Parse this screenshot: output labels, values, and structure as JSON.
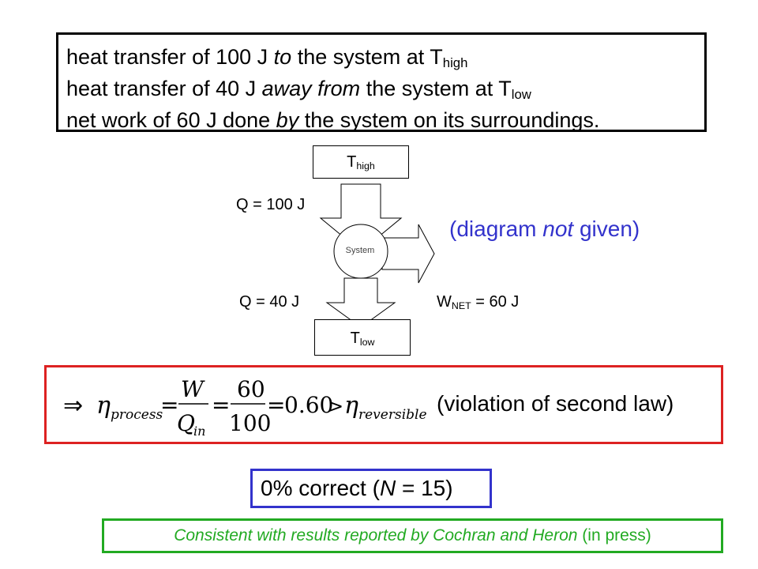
{
  "statement": {
    "line1": {
      "pre": "heat transfer of 100 J ",
      "em": "to",
      "post": " the system at T",
      "sub": "high"
    },
    "line2": {
      "pre": "heat transfer of 40 J ",
      "em": "away from",
      "post": " the system at T",
      "sub": "low"
    },
    "line3": {
      "pre": "net work of 60 J done ",
      "em": "by",
      "post": " the system on its surroundings."
    }
  },
  "diagram": {
    "t_high": {
      "main": "T",
      "sub": "high"
    },
    "t_low": {
      "main": "T",
      "sub": "low"
    },
    "system_label": "System",
    "q_in": "Q = 100 J",
    "q_out": "Q = 40 J",
    "w_net": {
      "main": "W",
      "sub": "NET",
      "post": " = 60 J"
    },
    "not_given": {
      "pre": "(diagram ",
      "em": "not",
      "post": " given)"
    }
  },
  "equation": {
    "implies": "⇒",
    "eta": "η",
    "process_sub": "process",
    "equals": "=",
    "numerator_W": "W",
    "denominator_Q": "Q",
    "denominator_sub": "in",
    "num_60": "60",
    "den_100": "100",
    "result": "0.60",
    "gt": ">",
    "reversible_sub": "reversible",
    "violation": "(violation of second law)"
  },
  "result": {
    "pre": "0% correct (",
    "em": "N",
    "post": " = 15)"
  },
  "citation": {
    "main": "Consistent with results reported by Cochran and Heron",
    "paren": " (in press)"
  },
  "colors": {
    "accent_blue": "#3333cc",
    "accent_red": "#dd2222",
    "accent_green": "#22aa22"
  }
}
